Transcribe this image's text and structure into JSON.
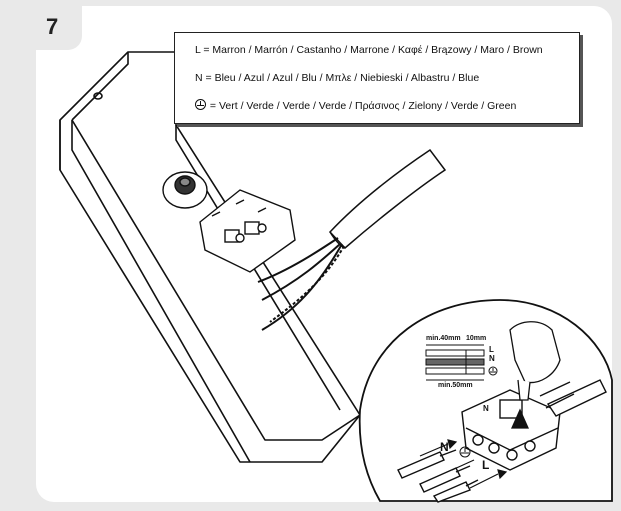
{
  "step": {
    "number": "7"
  },
  "legend": {
    "line_l": {
      "key": "L =",
      "text": "Marron / Marrón / Castanho / Marrone / Καφέ / Brązowy / Maro / Brown"
    },
    "line_n": {
      "key": "N =",
      "text": "Bleu / Azul / Azul / Blu / Μπλε / Niebieski / Albastru / Blue"
    },
    "line_ground": {
      "key": "=",
      "text": "Vert / Verde / Verde / Verde / Πράσινος / Zielony / Verde / Green"
    }
  },
  "detail": {
    "strip_top_left": "min.40mm",
    "strip_top_right": "10mm",
    "strip_bottom": "min.50mm",
    "side_l": "L",
    "side_n": "N",
    "terminal_n": "N",
    "wire_n": "N",
    "wire_l": "L"
  }
}
